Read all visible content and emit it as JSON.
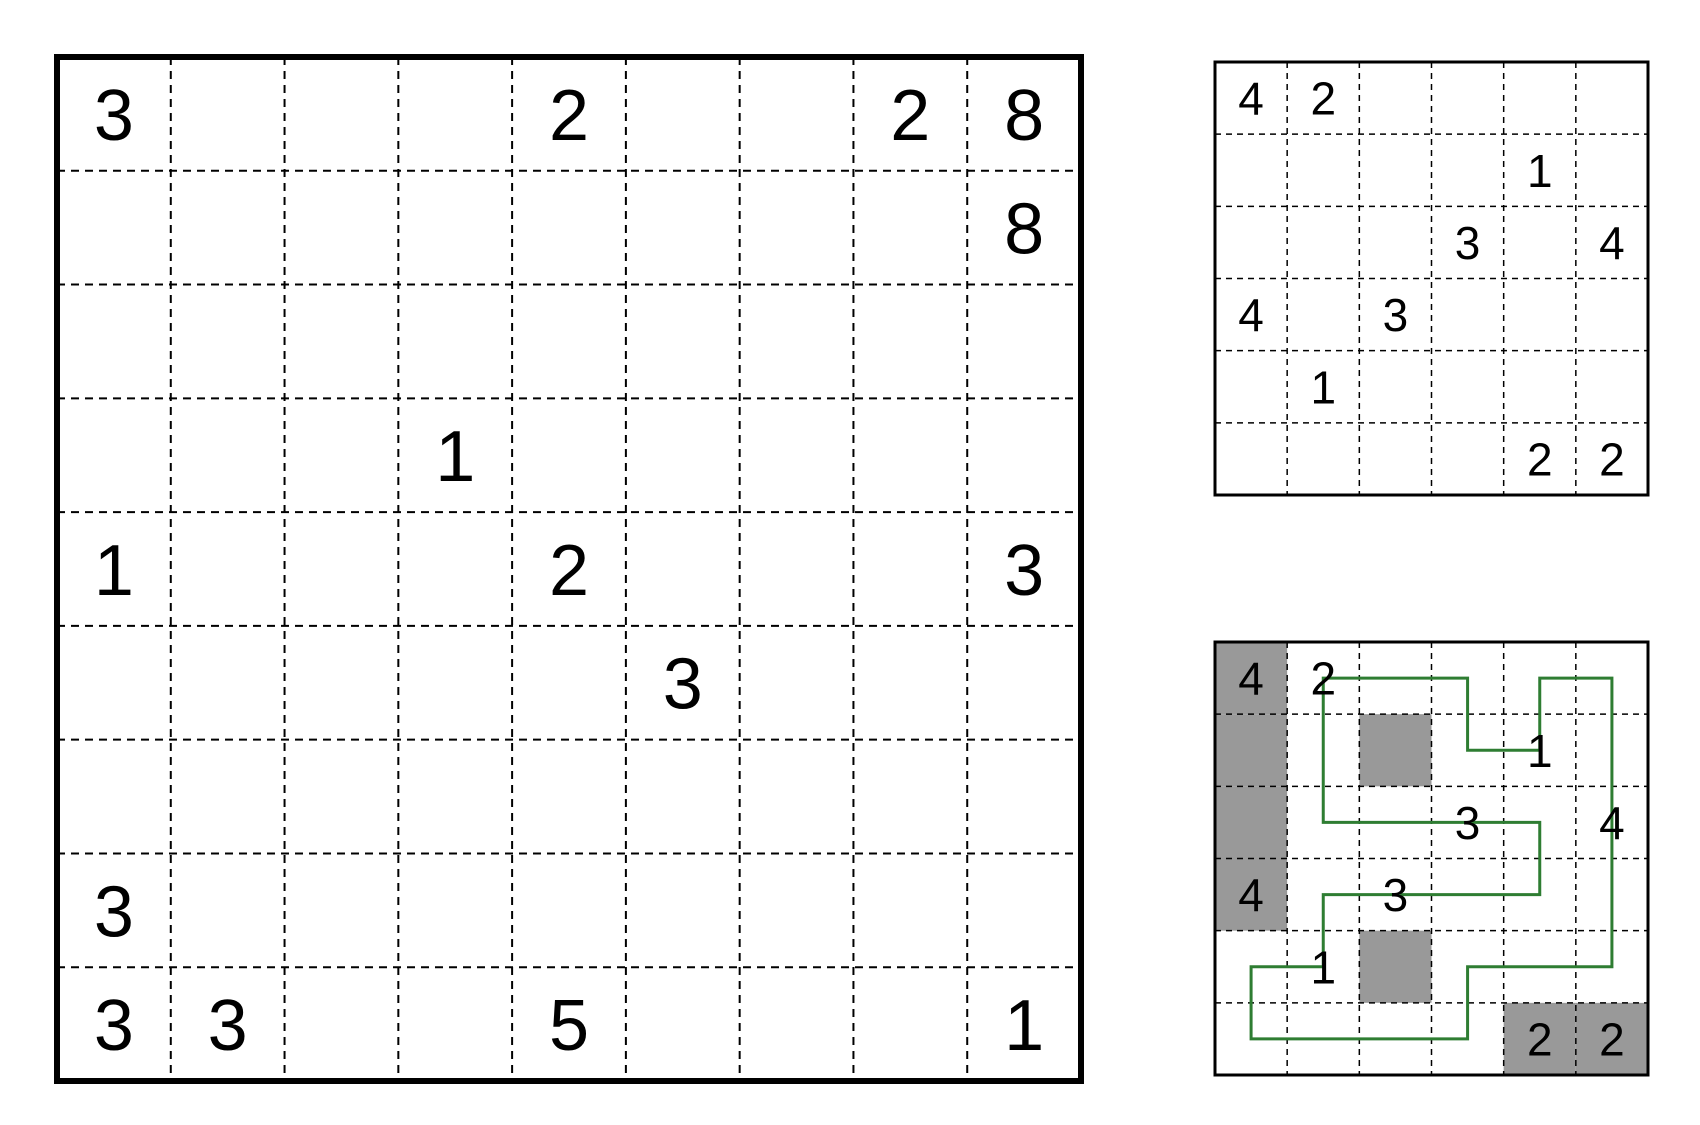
{
  "colors": {
    "grid_line": "#000000",
    "shade": "#999999",
    "path": "#2e7d32",
    "background": "#ffffff"
  },
  "main_puzzle": {
    "size": 9,
    "clues": [
      {
        "row": 0,
        "col": 0,
        "value": "3"
      },
      {
        "row": 0,
        "col": 4,
        "value": "2"
      },
      {
        "row": 0,
        "col": 7,
        "value": "2"
      },
      {
        "row": 0,
        "col": 8,
        "value": "8"
      },
      {
        "row": 1,
        "col": 8,
        "value": "8"
      },
      {
        "row": 3,
        "col": 3,
        "value": "1"
      },
      {
        "row": 4,
        "col": 0,
        "value": "1"
      },
      {
        "row": 4,
        "col": 4,
        "value": "2"
      },
      {
        "row": 4,
        "col": 8,
        "value": "3"
      },
      {
        "row": 5,
        "col": 5,
        "value": "3"
      },
      {
        "row": 7,
        "col": 0,
        "value": "3"
      },
      {
        "row": 8,
        "col": 0,
        "value": "3"
      },
      {
        "row": 8,
        "col": 1,
        "value": "3"
      },
      {
        "row": 8,
        "col": 4,
        "value": "5"
      },
      {
        "row": 8,
        "col": 8,
        "value": "1"
      }
    ]
  },
  "example_puzzle": {
    "size": 6,
    "clues": [
      {
        "row": 0,
        "col": 0,
        "value": "4"
      },
      {
        "row": 0,
        "col": 1,
        "value": "2"
      },
      {
        "row": 1,
        "col": 4,
        "value": "1"
      },
      {
        "row": 2,
        "col": 3,
        "value": "3"
      },
      {
        "row": 2,
        "col": 5,
        "value": "4"
      },
      {
        "row": 3,
        "col": 0,
        "value": "4"
      },
      {
        "row": 3,
        "col": 2,
        "value": "3"
      },
      {
        "row": 4,
        "col": 1,
        "value": "1"
      },
      {
        "row": 5,
        "col": 4,
        "value": "2"
      },
      {
        "row": 5,
        "col": 5,
        "value": "2"
      }
    ]
  },
  "example_solution": {
    "size": 6,
    "shaded": [
      [
        0,
        0
      ],
      [
        1,
        0
      ],
      [
        2,
        0
      ],
      [
        3,
        0
      ],
      [
        1,
        2
      ],
      [
        4,
        2
      ],
      [
        5,
        4
      ],
      [
        5,
        5
      ]
    ],
    "loop": [
      [
        0,
        1
      ],
      [
        0,
        2
      ],
      [
        0,
        3
      ],
      [
        1,
        3
      ],
      [
        1,
        4
      ],
      [
        0,
        4
      ],
      [
        0,
        5
      ],
      [
        1,
        5
      ],
      [
        2,
        5
      ],
      [
        3,
        5
      ],
      [
        4,
        5
      ],
      [
        4,
        4
      ],
      [
        4,
        3
      ],
      [
        5,
        3
      ],
      [
        5,
        2
      ],
      [
        5,
        1
      ],
      [
        5,
        0
      ],
      [
        4,
        0
      ],
      [
        4,
        1
      ],
      [
        3,
        1
      ],
      [
        3,
        2
      ],
      [
        3,
        3
      ],
      [
        3,
        4
      ],
      [
        2,
        4
      ],
      [
        2,
        3
      ],
      [
        2,
        2
      ],
      [
        2,
        1
      ],
      [
        1,
        1
      ]
    ]
  }
}
